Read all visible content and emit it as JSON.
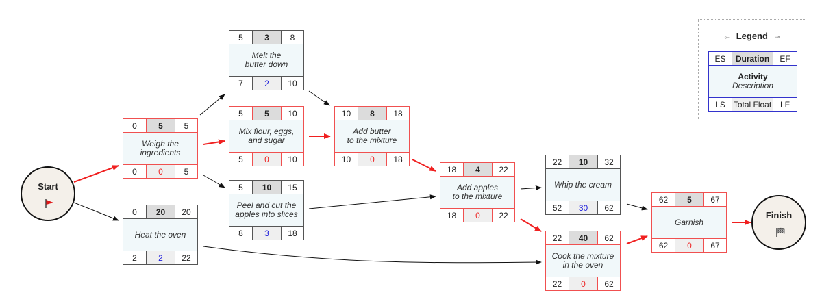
{
  "milestones": {
    "start": {
      "label": "Start",
      "icon": "red-flag-icon"
    },
    "finish": {
      "label": "Finish",
      "icon": "checkered-flag-icon"
    }
  },
  "activities": [
    {
      "id": "weigh",
      "description": "Weigh the\ningredients",
      "es": "0",
      "duration": "5",
      "ef": "5",
      "ls": "0",
      "float": "0",
      "lf": "5",
      "critical": true
    },
    {
      "id": "heat",
      "description": "Heat the oven",
      "es": "0",
      "duration": "20",
      "ef": "20",
      "ls": "2",
      "float": "2",
      "lf": "22",
      "critical": false
    },
    {
      "id": "melt",
      "description": "Melt the\nbutter down",
      "es": "5",
      "duration": "3",
      "ef": "8",
      "ls": "7",
      "float": "2",
      "lf": "10",
      "critical": false
    },
    {
      "id": "mix",
      "description": "Mix flour, eggs,\nand sugar",
      "es": "5",
      "duration": "5",
      "ef": "10",
      "ls": "5",
      "float": "0",
      "lf": "10",
      "critical": true
    },
    {
      "id": "peel",
      "description": "Peel and cut the\napples into slices",
      "es": "5",
      "duration": "10",
      "ef": "15",
      "ls": "8",
      "float": "3",
      "lf": "18",
      "critical": false
    },
    {
      "id": "butter",
      "description": "Add butter\nto the mixture",
      "es": "10",
      "duration": "8",
      "ef": "18",
      "ls": "10",
      "float": "0",
      "lf": "18",
      "critical": true
    },
    {
      "id": "apples",
      "description": "Add apples\nto the mixture",
      "es": "18",
      "duration": "4",
      "ef": "22",
      "ls": "18",
      "float": "0",
      "lf": "22",
      "critical": true
    },
    {
      "id": "whip",
      "description": "Whip the cream",
      "es": "22",
      "duration": "10",
      "ef": "32",
      "ls": "52",
      "float": "30",
      "lf": "62",
      "critical": false
    },
    {
      "id": "cook",
      "description": "Cook the mixture\nin the oven",
      "es": "22",
      "duration": "40",
      "ef": "62",
      "ls": "22",
      "float": "0",
      "lf": "62",
      "critical": true
    },
    {
      "id": "garnish",
      "description": "Garnish",
      "es": "62",
      "duration": "5",
      "ef": "67",
      "ls": "62",
      "float": "0",
      "lf": "67",
      "critical": true
    }
  ],
  "dependencies": [
    {
      "from": "start",
      "to": "weigh",
      "critical": true
    },
    {
      "from": "start",
      "to": "heat",
      "critical": false
    },
    {
      "from": "weigh",
      "to": "melt",
      "critical": false
    },
    {
      "from": "weigh",
      "to": "mix",
      "critical": true
    },
    {
      "from": "weigh",
      "to": "peel",
      "critical": false
    },
    {
      "from": "melt",
      "to": "butter",
      "critical": false
    },
    {
      "from": "mix",
      "to": "butter",
      "critical": true
    },
    {
      "from": "butter",
      "to": "apples",
      "critical": true
    },
    {
      "from": "peel",
      "to": "apples",
      "critical": false
    },
    {
      "from": "apples",
      "to": "whip",
      "critical": false
    },
    {
      "from": "apples",
      "to": "cook",
      "critical": true
    },
    {
      "from": "heat",
      "to": "cook",
      "critical": false
    },
    {
      "from": "whip",
      "to": "garnish",
      "critical": false
    },
    {
      "from": "cook",
      "to": "garnish",
      "critical": true
    },
    {
      "from": "garnish",
      "to": "finish",
      "critical": true
    }
  ],
  "legend": {
    "title": "Legend",
    "es": "ES",
    "duration": "Duration",
    "ef": "EF",
    "activity": "Activity",
    "description": "Description",
    "ls": "LS",
    "float": "Total Float",
    "lf": "LF"
  },
  "colors": {
    "critical": "#f02020",
    "normal": "#111111",
    "critical_border": "#f05050",
    "slack_float": "#2222dd",
    "legend_border": "#3333cc"
  }
}
